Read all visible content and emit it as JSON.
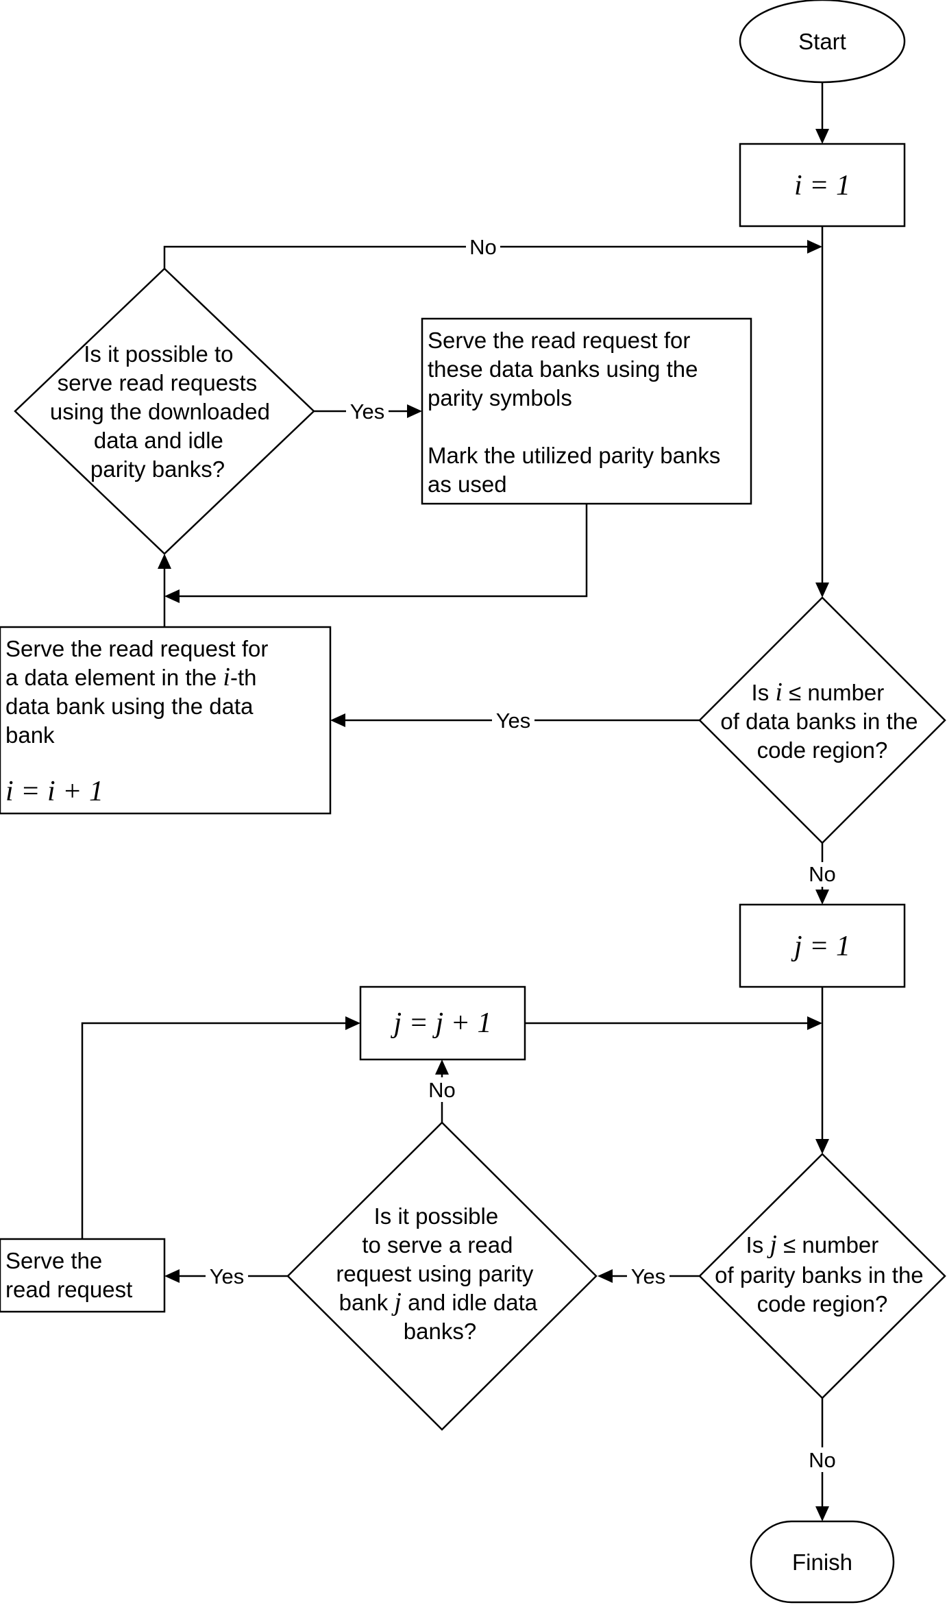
{
  "nodes": {
    "start": "Start",
    "init_i": "i = 1",
    "check_i": {
      "pre": "Is ",
      "var": "i",
      "post": " ≤ number",
      "line2": "of data banks in the",
      "line3": "code region?"
    },
    "serve_data": {
      "line1": "Serve the read request for",
      "line2_pre": "a data element in the ",
      "line2_var": "i",
      "line2_post": "-th",
      "line3": "data bank using the data",
      "line4": "bank",
      "formula": "i = i + 1"
    },
    "possible_parity": {
      "line1": "Is it possible to",
      "line2": "serve read requests",
      "line3": "using the downloaded",
      "line4": "data and idle",
      "line5": "parity banks?"
    },
    "serve_parity": {
      "line1": "Serve the read request for",
      "line2": "these data banks using the",
      "line3": "parity symbols",
      "line4": "Mark the utilized parity banks",
      "line5": "as used"
    },
    "init_j": "j = 1",
    "increment_j": "j = j + 1",
    "check_j": {
      "pre": "Is ",
      "var": "j",
      "post": " ≤ number",
      "line2": "of parity banks in the",
      "line3": "code region?"
    },
    "possible_j": {
      "line1": "Is it possible",
      "line2": "to serve a read",
      "line3": "request using parity",
      "line4_pre": "bank ",
      "line4_var": "j",
      "line4_post": " and idle data",
      "line5": "banks?"
    },
    "serve_request": {
      "line1": "Serve the",
      "line2": "read request"
    },
    "finish": "Finish"
  },
  "edge_labels": {
    "no_top": "No",
    "yes_parity": "Yes",
    "yes_i": "Yes",
    "no_i": "No",
    "no_j_increment": "No",
    "yes_possible_j": "Yes",
    "yes_check_j": "Yes",
    "no_finish": "No"
  }
}
